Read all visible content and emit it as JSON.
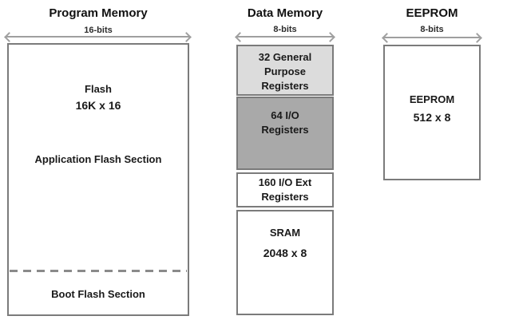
{
  "colors": {
    "box_border": "#7b7b7b",
    "arrow": "#9f9f9f",
    "segment_light_gray": "#dcdcdc",
    "segment_dark_gray": "#a9a9a9",
    "text": "#1a1a1a",
    "background": "#ffffff"
  },
  "program_memory": {
    "title": "Program Memory",
    "bus_width": "16-bits",
    "flash_label": "Flash",
    "flash_size": "16K x 16",
    "application_section_label": "Application Flash Section",
    "boot_section_label": "Boot Flash Section"
  },
  "data_memory": {
    "title": "Data Memory",
    "bus_width": "8-bits",
    "segments": [
      {
        "label": "32 General Purpose Registers"
      },
      {
        "label": "64 I/O Registers"
      },
      {
        "label": "160 I/O Ext Registers"
      },
      {
        "label": "SRAM",
        "size": "2048 x 8"
      }
    ]
  },
  "eeprom": {
    "title": "EEPROM",
    "bus_width": "8-bits",
    "label": "EEPROM",
    "size": "512 x 8"
  }
}
